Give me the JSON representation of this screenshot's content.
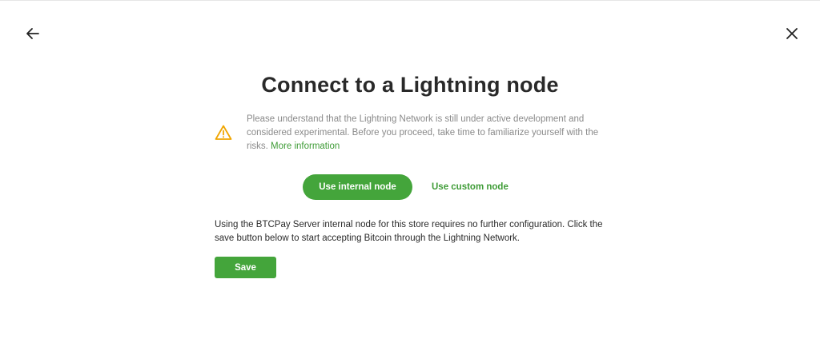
{
  "header": {
    "back_icon": "arrow-left-icon",
    "close_icon": "close-icon"
  },
  "main": {
    "title": "Connect to a Lightning node",
    "warning": {
      "icon": "warning-triangle-icon",
      "text": "Please understand that the Lightning Network is still under active development and considered experimental. Before you proceed, take time to familiarize yourself with the risks.",
      "link_label": "More information"
    },
    "options": {
      "internal_label": "Use internal node",
      "custom_label": "Use custom node",
      "selected": "Use internal node"
    },
    "description": "Using the BTCPay Server internal node for this store requires no further configuration. Click the save button below to start accepting Bitcoin through the Lightning Network.",
    "save_label": "Save"
  },
  "colors": {
    "accent": "#44a53b",
    "link": "#3f9c37",
    "warning": "#f0a500",
    "title": "#292929",
    "muted_text": "#8a8a8a"
  }
}
